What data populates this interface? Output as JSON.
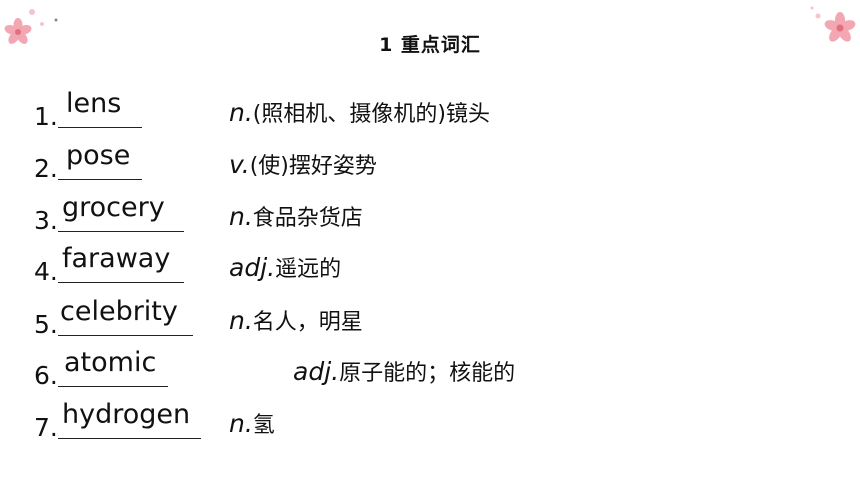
{
  "title": "1 重点词汇",
  "items": [
    {
      "num": "1.",
      "answer": "lens",
      "pos": "n.",
      "meaning": "(照相机、摄像机的)镜头"
    },
    {
      "num": "2.",
      "answer": "pose",
      "pos": "v.",
      "meaning": "(使)摆好姿势"
    },
    {
      "num": "3.",
      "answer": "grocery",
      "pos": "n.",
      "meaning": "食品杂货店"
    },
    {
      "num": "4.",
      "answer": "faraway",
      "pos": "adj.",
      "meaning": "遥远的"
    },
    {
      "num": "5.",
      "answer": "celebrity",
      "pos": "n.",
      "meaning": "名人，明星"
    },
    {
      "num": "6.",
      "answer": "atomic",
      "pos": "adj.",
      "meaning": "原子能的；核能的"
    },
    {
      "num": "7.",
      "answer": "hydrogen",
      "pos": "n.",
      "meaning": "氢"
    }
  ],
  "colors": {
    "flower": "#f2a7b3",
    "flower_center": "#e0707f",
    "text": "#111111"
  }
}
